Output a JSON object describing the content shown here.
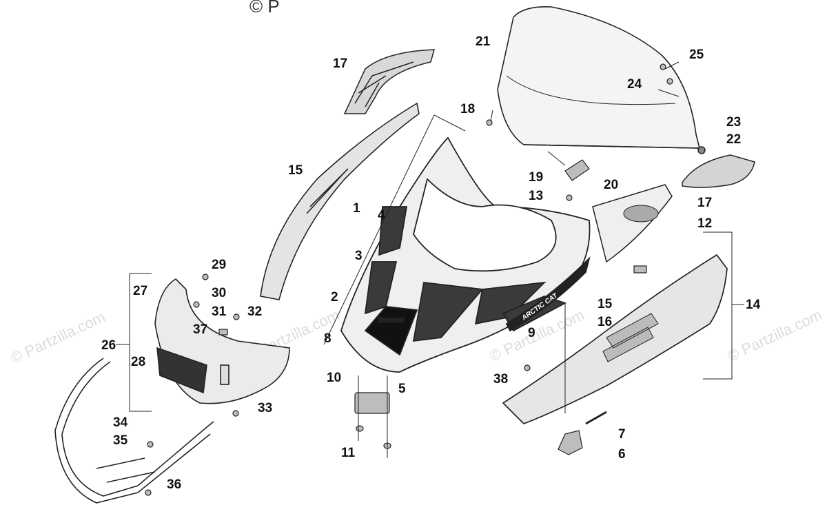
{
  "watermark": {
    "text": "© Partzilla.com",
    "copyright_top": "© P"
  },
  "callouts": {
    "c1": "1",
    "c2": "2",
    "c3": "3",
    "c4": "4",
    "c5": "5",
    "c6": "6",
    "c7": "7",
    "c8": "8",
    "c9": "9",
    "c10": "10",
    "c11": "11",
    "c12": "12",
    "c13": "13",
    "c14": "14",
    "c15a": "15",
    "c15b": "15",
    "c16": "16",
    "c17a": "17",
    "c17b": "17",
    "c18": "18",
    "c19": "19",
    "c20": "20",
    "c21": "21",
    "c22": "22",
    "c23": "23",
    "c24": "24",
    "c25": "25",
    "c26": "26",
    "c27": "27",
    "c28": "28",
    "c29": "29",
    "c30": "30",
    "c31": "31",
    "c32": "32",
    "c33": "33",
    "c34": "34",
    "c35": "35",
    "c36": "36",
    "c37": "37",
    "c38": "38"
  },
  "decal_text": {
    "hood_logo": "Bearcat",
    "side_decal": "ARCTIC CAT"
  }
}
